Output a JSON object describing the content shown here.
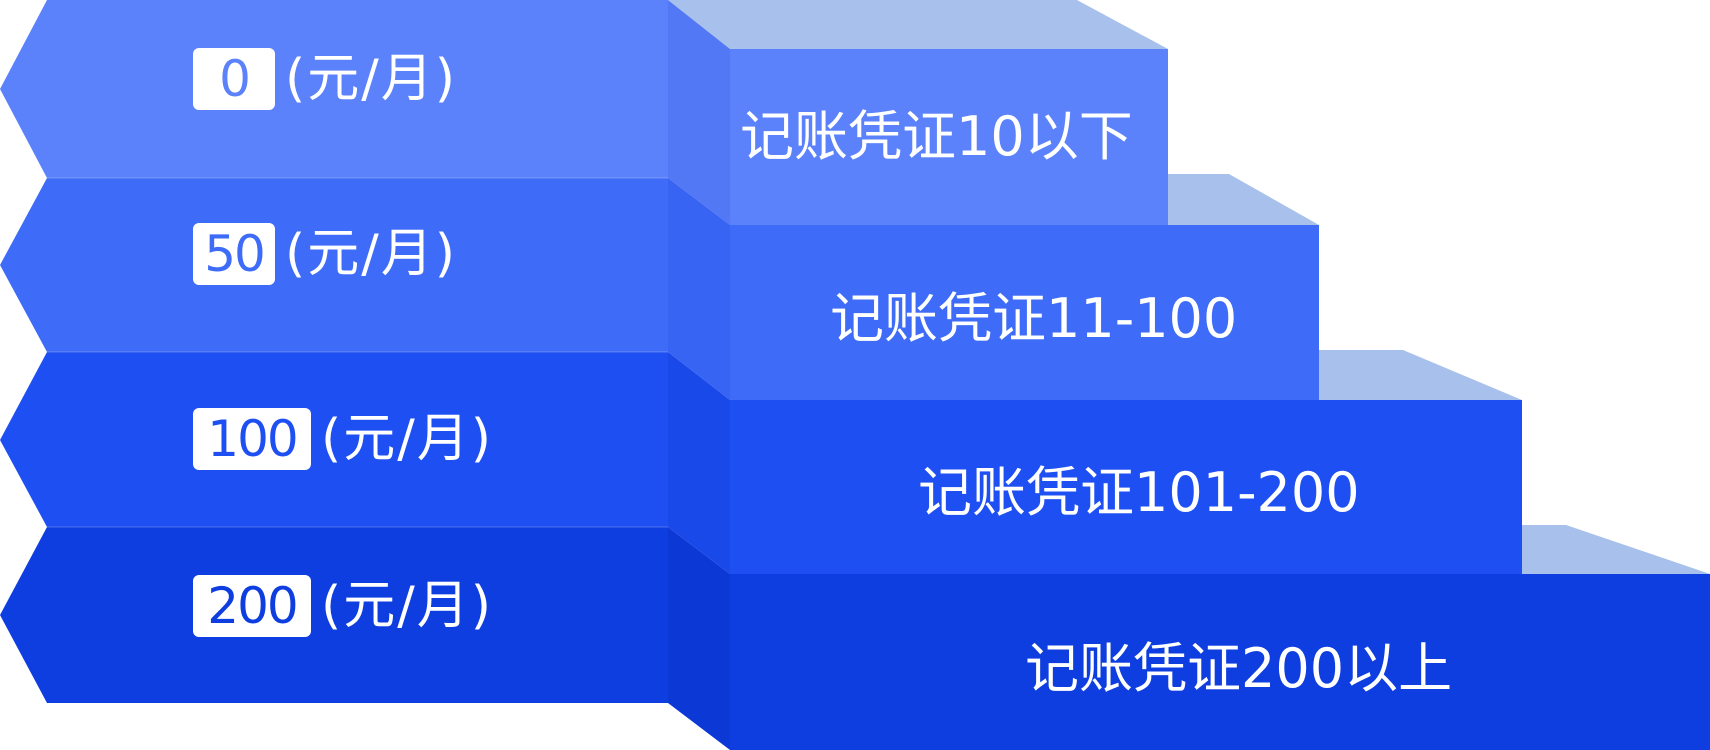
{
  "colors": {
    "tier1": "#5b82fb",
    "tier2": "#3e6bf7",
    "tier3": "#1e4ff2",
    "tier4": "#0e3ee0",
    "top_face": "#a8c0ec"
  },
  "tiers": [
    {
      "price": "0",
      "unit": "(元/月)",
      "range": "记账凭证10以下"
    },
    {
      "price": "50",
      "unit": "(元/月)",
      "range": "记账凭证11-100"
    },
    {
      "price": "100",
      "unit": "(元/月)",
      "range": "记账凭证101-200"
    },
    {
      "price": "200",
      "unit": "(元/月)",
      "range": "记账凭证200以上"
    }
  ]
}
